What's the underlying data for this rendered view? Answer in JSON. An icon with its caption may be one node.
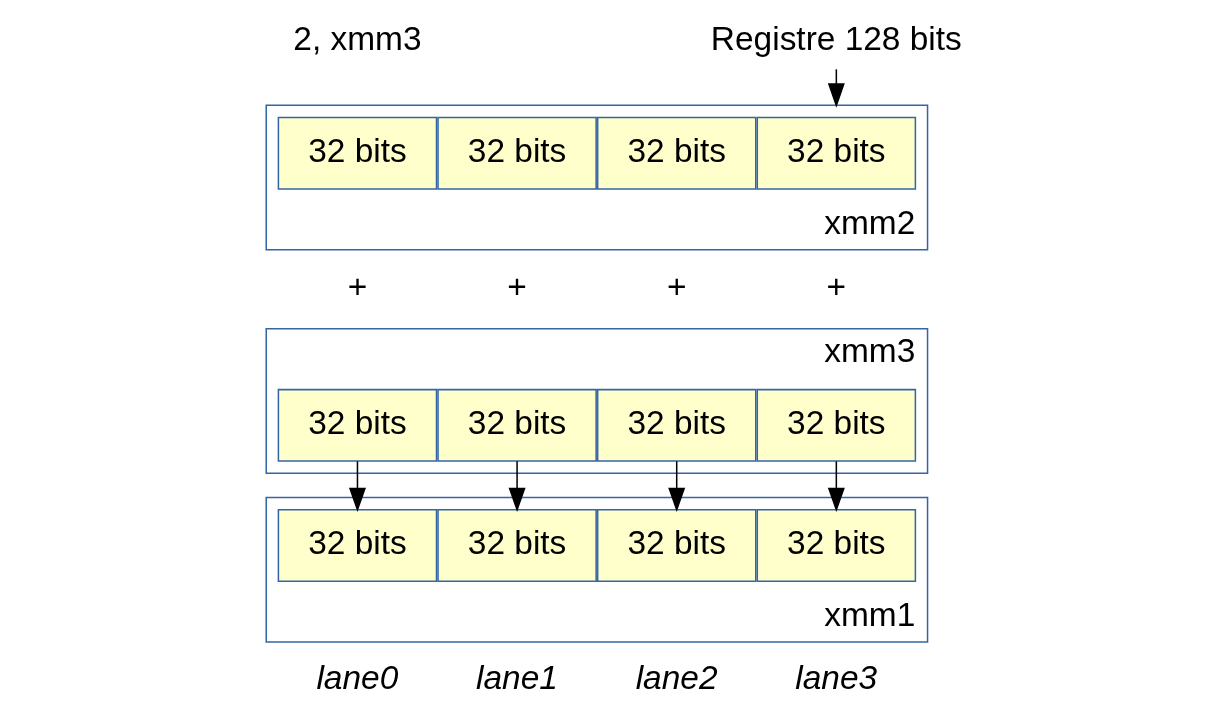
{
  "diagram": {
    "nodes": [
      {
        "text": [
          "Registre 128 bits"
        ]
      },
      {
        "text": [
          "xmm2"
        ]
      },
      {
        "text": [
          "32 bits"
        ],
        "in": 1
      },
      {
        "text": [
          "32 bits"
        ],
        "in": 1
      },
      {
        "text": [
          "32 bits"
        ],
        "in": 1
      },
      {
        "text": [
          "32 bits"
        ],
        "in": 1
      },
      {
        "text": [
          "xmm3"
        ]
      },
      {
        "text": [
          "32 bits"
        ],
        "in": 6
      },
      {
        "text": [
          "32 bits"
        ],
        "in": 6
      },
      {
        "text": [
          "32 bits"
        ],
        "in": 6
      },
      {
        "text": [
          "32 bits"
        ],
        "in": 6
      },
      {
        "text": [
          "xmm1"
        ]
      },
      {
        "text": [
          "32 bits"
        ],
        "in": 11
      },
      {
        "text": [
          "32 bits"
        ],
        "in": 11
      },
      {
        "text": [
          "32 bits"
        ],
        "in": 11
      },
      {
        "text": [
          "32 bits"
        ],
        "in": 11
      }
    ],
    "edges": [
      {
        "from": 0,
        "to": 1,
        "arrow": "to"
      },
      {
        "from": 7,
        "to": 12,
        "arrow": "to"
      },
      {
        "from": 8,
        "to": 13,
        "arrow": "to"
      },
      {
        "from": 9,
        "to": 14,
        "arrow": "to"
      },
      {
        "from": 10,
        "to": 15,
        "arrow": "to"
      }
    ],
    "labels": [
      "2, xmm3",
      "+",
      "+",
      "+",
      "+",
      "lane0",
      "lane1",
      "lane2",
      "lane3"
    ]
  }
}
